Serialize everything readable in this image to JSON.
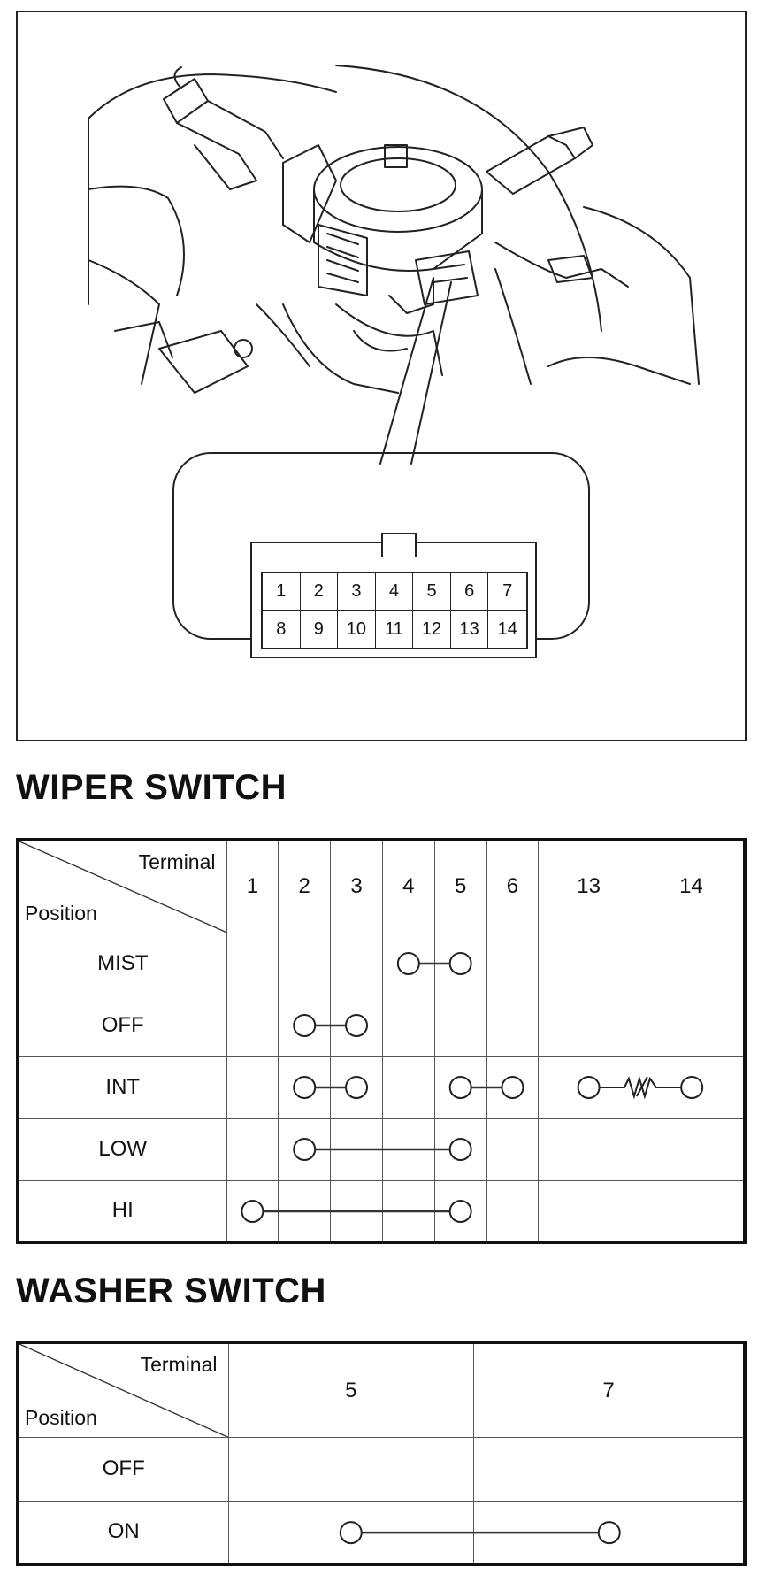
{
  "connector": {
    "row1": [
      "1",
      "2",
      "3",
      "4",
      "5",
      "6",
      "7"
    ],
    "row2": [
      "8",
      "9",
      "10",
      "11",
      "12",
      "13",
      "14"
    ]
  },
  "wiper": {
    "title": "WIPER SWITCH",
    "header_terminal": "Terminal",
    "header_position": "Position",
    "terminals": [
      "1",
      "2",
      "3",
      "4",
      "5",
      "6",
      "13",
      "14"
    ],
    "rows": [
      {
        "position": "MIST",
        "links": [
          {
            "from": "4",
            "to": "5",
            "type": "line"
          }
        ]
      },
      {
        "position": "OFF",
        "links": [
          {
            "from": "2",
            "to": "3",
            "type": "line"
          }
        ]
      },
      {
        "position": "INT",
        "links": [
          {
            "from": "2",
            "to": "3",
            "type": "line"
          },
          {
            "from": "5",
            "to": "6",
            "type": "line"
          },
          {
            "from": "13",
            "to": "14",
            "type": "resistor"
          }
        ]
      },
      {
        "position": "LOW",
        "links": [
          {
            "from": "2",
            "to": "5",
            "type": "line"
          }
        ]
      },
      {
        "position": "HI",
        "links": [
          {
            "from": "1",
            "to": "5",
            "type": "line"
          }
        ]
      }
    ]
  },
  "washer": {
    "title": "WASHER SWITCH",
    "header_terminal": "Terminal",
    "header_position": "Position",
    "terminals": [
      "5",
      "7"
    ],
    "rows": [
      {
        "position": "OFF",
        "links": []
      },
      {
        "position": "ON",
        "links": [
          {
            "from": "5",
            "to": "7",
            "type": "line"
          }
        ]
      }
    ]
  }
}
